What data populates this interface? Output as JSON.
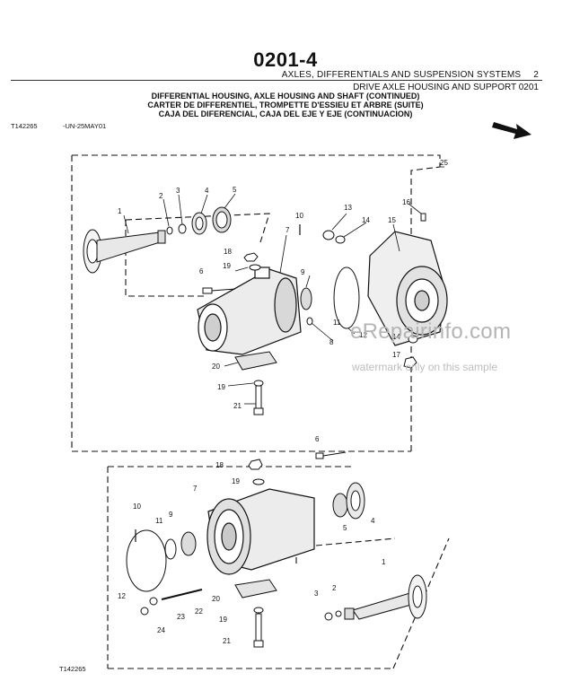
{
  "page": {
    "number": "0201-4",
    "section": "AXLES, DIFFERENTIALS AND SUSPENSION SYSTEMS",
    "section_num": "2",
    "group": "DRIVE AXLE HOUSING AND SUPPORT 0201",
    "titles": [
      "DIFFERENTIAL HOUSING, AXLE HOUSING AND SHAFT (CONTINUED)",
      "CARTER DE DIFFERENTIEL, TROMPETTE D'ESSIEU ET ARBRE (SUITE)",
      "CAJA DEL DIFERENCIAL, CAJA DEL EJE Y EJE (CONTINUACION)"
    ],
    "ref_top": "T142265",
    "date_code": "-UN-25MAY01",
    "ref_bottom": "T142265"
  },
  "watermark": {
    "main": "eRepairinfo.com",
    "note": "watermark only on this sample"
  },
  "callouts": {
    "c25": "25",
    "top": [
      "1",
      "2",
      "3",
      "4",
      "5",
      "18",
      "19",
      "6",
      "7",
      "20",
      "19",
      "21",
      "10",
      "13",
      "14",
      "15",
      "16",
      "9",
      "8",
      "11",
      "12",
      "14",
      "17"
    ],
    "bottom": [
      "6",
      "18",
      "19",
      "7",
      "10",
      "11",
      "9",
      "12",
      "20",
      "19",
      "21",
      "22",
      "23",
      "24",
      "5",
      "4",
      "1",
      "3",
      "2"
    ]
  },
  "icons": {
    "direction": "arrow-icon"
  }
}
